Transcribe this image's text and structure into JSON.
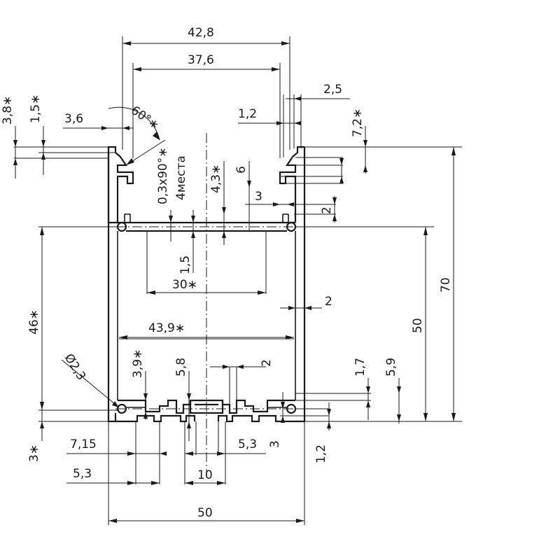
{
  "drawing": {
    "labels": {
      "w42_8": "42,8",
      "w37_6": "37,6",
      "w2_5": "2,5",
      "w1_2": "1,2",
      "w3_6": "3,6",
      "h3_8": "3,8∗",
      "h1_5a": "1,5∗",
      "h7_2": "7,2∗",
      "ang60": "60°∗",
      "chamfer": "0,3x90°∗",
      "places": "4места",
      "h4_3": "4,3∗",
      "h6": "6",
      "w3a": "3",
      "h2a": "2",
      "h1_5b": "1,5",
      "w30": "30∗",
      "w2b": "2",
      "h46": "46∗",
      "h50": "50",
      "h70": "70",
      "w43_9": "43,9∗",
      "diam": "Ø2,3",
      "h3_9": "3,9∗",
      "h5_8": "5,8",
      "w2c": "2",
      "h1_7": "1,7",
      "h5_9": "5,9",
      "h3b": "3∗",
      "w7_15": "7,15",
      "w5_3a": "5,3",
      "w5_3b": "5,3",
      "h3c": "3",
      "h1_2": "1,2",
      "w10": "10",
      "w50": "50"
    }
  }
}
